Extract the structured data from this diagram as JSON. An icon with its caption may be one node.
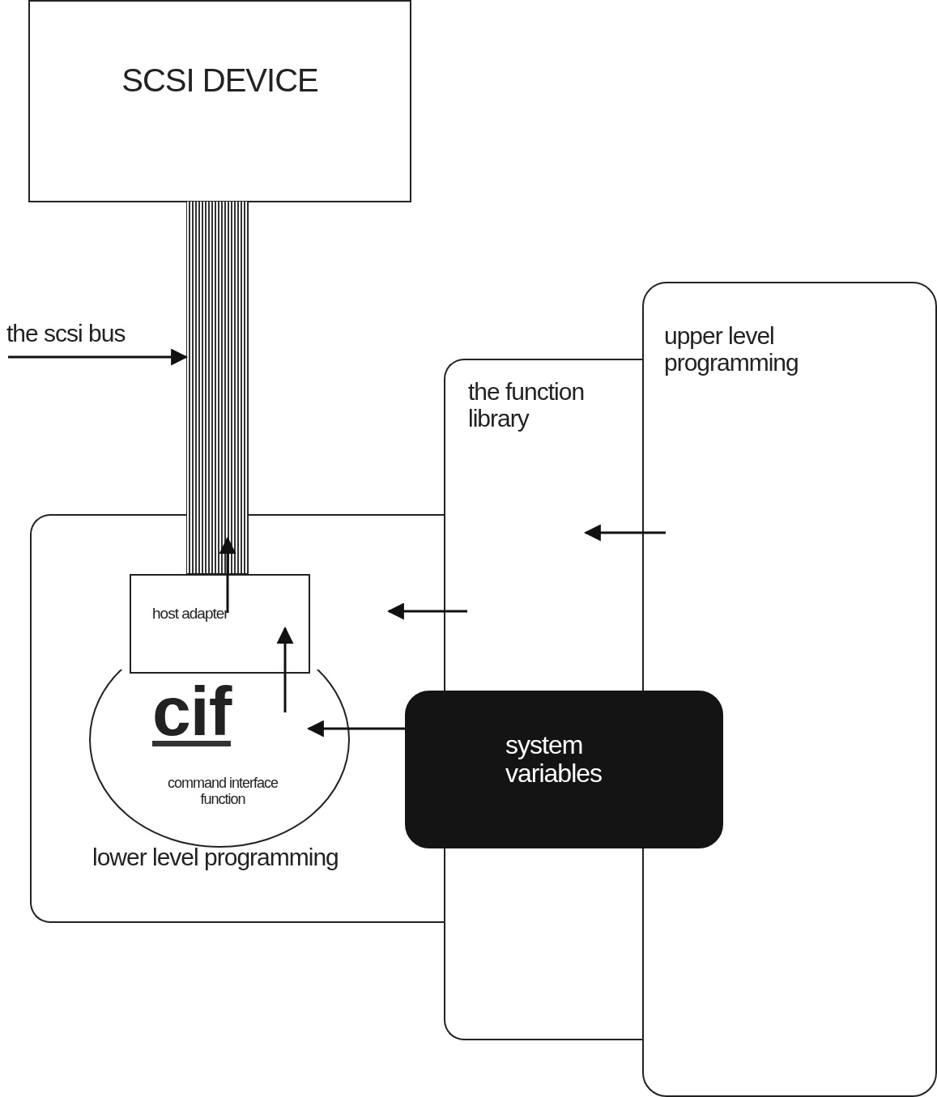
{
  "diagram": {
    "nodes": [
      {
        "text": [
          "SCSI DEVICE"
        ]
      },
      {
        "text": [],
        "shape": "bar"
      },
      {
        "text": [
          "the scsi bus"
        ]
      },
      {
        "text": [
          "upper level programming"
        ]
      },
      {
        "text": [
          "the function library"
        ]
      },
      {
        "text": [
          "lower level programming"
        ]
      },
      {
        "text": [
          "host adapter"
        ],
        "in": 5
      },
      {
        "text": [
          "cif",
          "command interface function"
        ],
        "in": 5
      },
      {
        "text": [
          "system variables"
        ]
      }
    ],
    "edges": [
      {
        "from": 2,
        "to": 1,
        "arrow": "to"
      },
      {
        "from": 6,
        "to": 1,
        "arrow": "to"
      },
      {
        "from": 7,
        "to": 6,
        "arrow": "to"
      },
      {
        "from": 8,
        "to": 7,
        "arrow": "to"
      },
      {
        "from": 4,
        "to": 5,
        "arrow": "to"
      },
      {
        "from": 3,
        "to": 4,
        "arrow": "to"
      }
    ]
  }
}
